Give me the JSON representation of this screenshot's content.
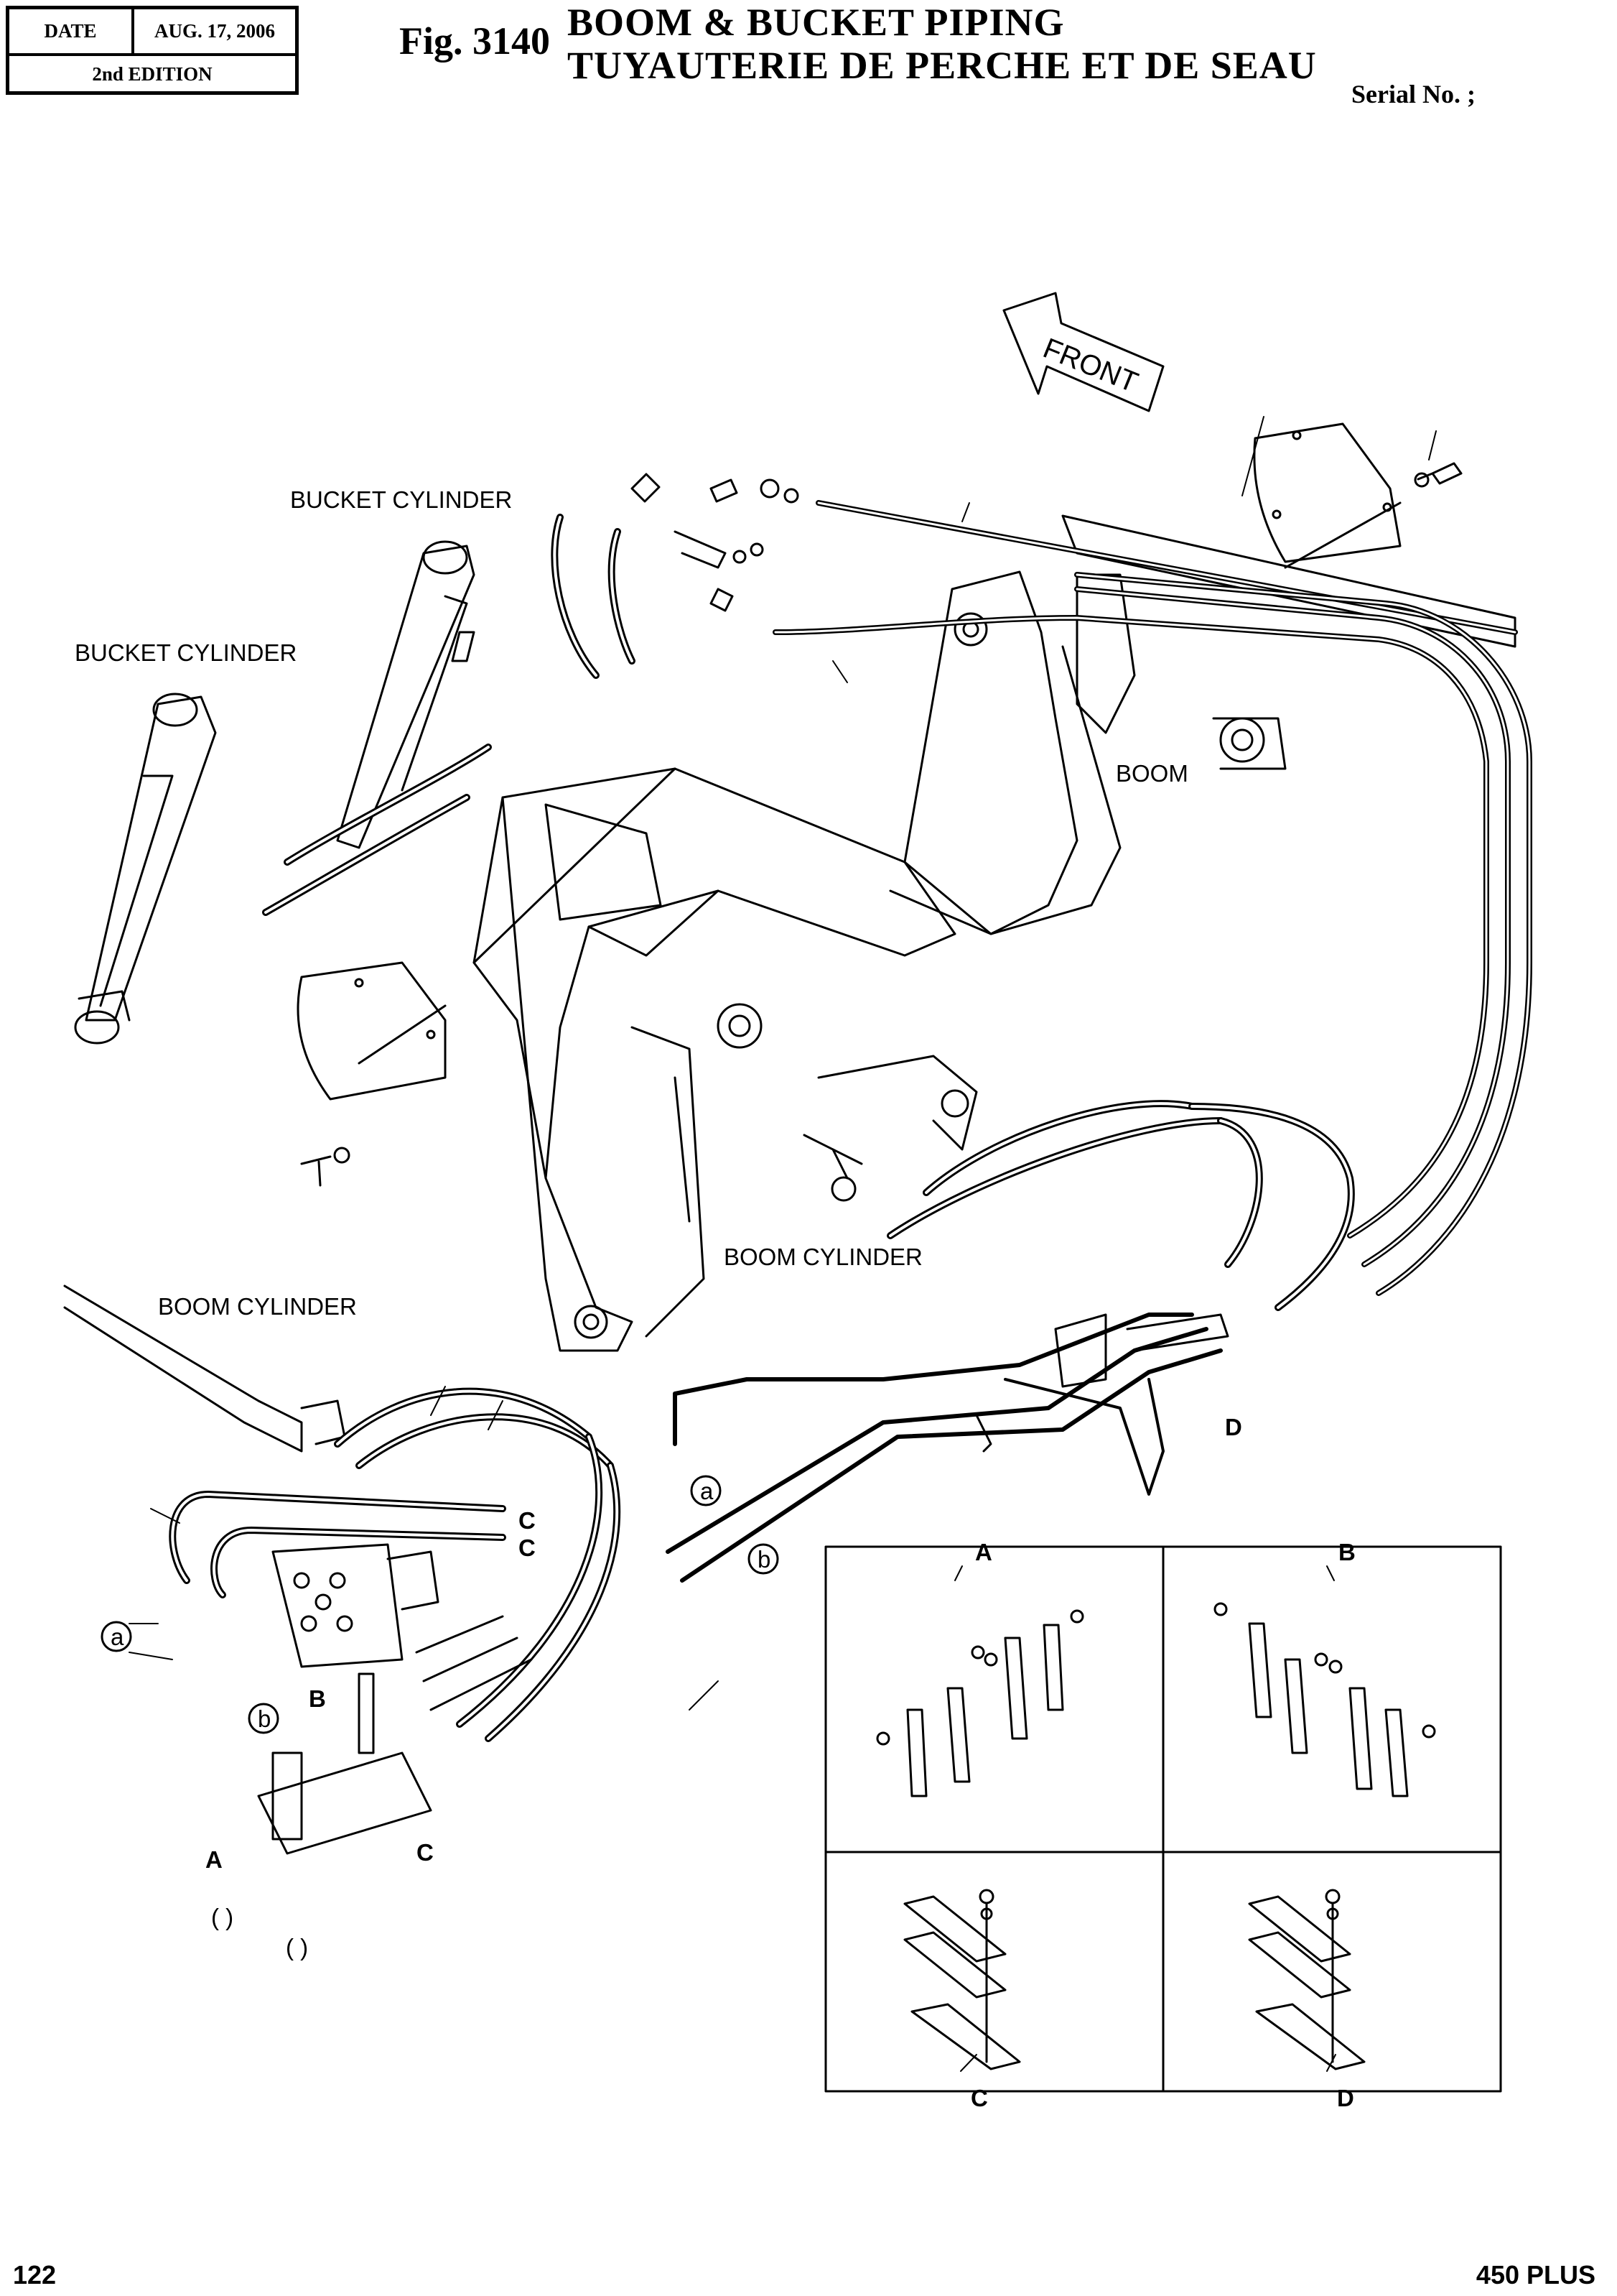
{
  "header": {
    "date_label": "DATE",
    "date_value": "AUG. 17, 2006",
    "edition": "2nd EDITION",
    "fig_number": "Fig. 3140",
    "title_en": "BOOM & BUCKET PIPING",
    "title_fr": "TUYAUTERIE DE PERCHE ET DE SEAU",
    "serial": "Serial No. ;"
  },
  "labels": {
    "bucket_cylinder_1": "BUCKET CYLINDER",
    "bucket_cylinder_2": "BUCKET CYLINDER",
    "boom": "BOOM",
    "boom_cylinder_1": "BOOM CYLINDER",
    "boom_cylinder_2": "BOOM CYLINDER",
    "front": "FRONT"
  },
  "callouts": {
    "a": "a",
    "b": "b",
    "c": "C",
    "A": "A",
    "B": "B",
    "C": "C",
    "D": "D",
    "paren": "(    )"
  },
  "detail_panels": [
    "A",
    "B",
    "C",
    "D"
  ],
  "footer": {
    "page_number": "122",
    "model": "450 PLUS"
  }
}
